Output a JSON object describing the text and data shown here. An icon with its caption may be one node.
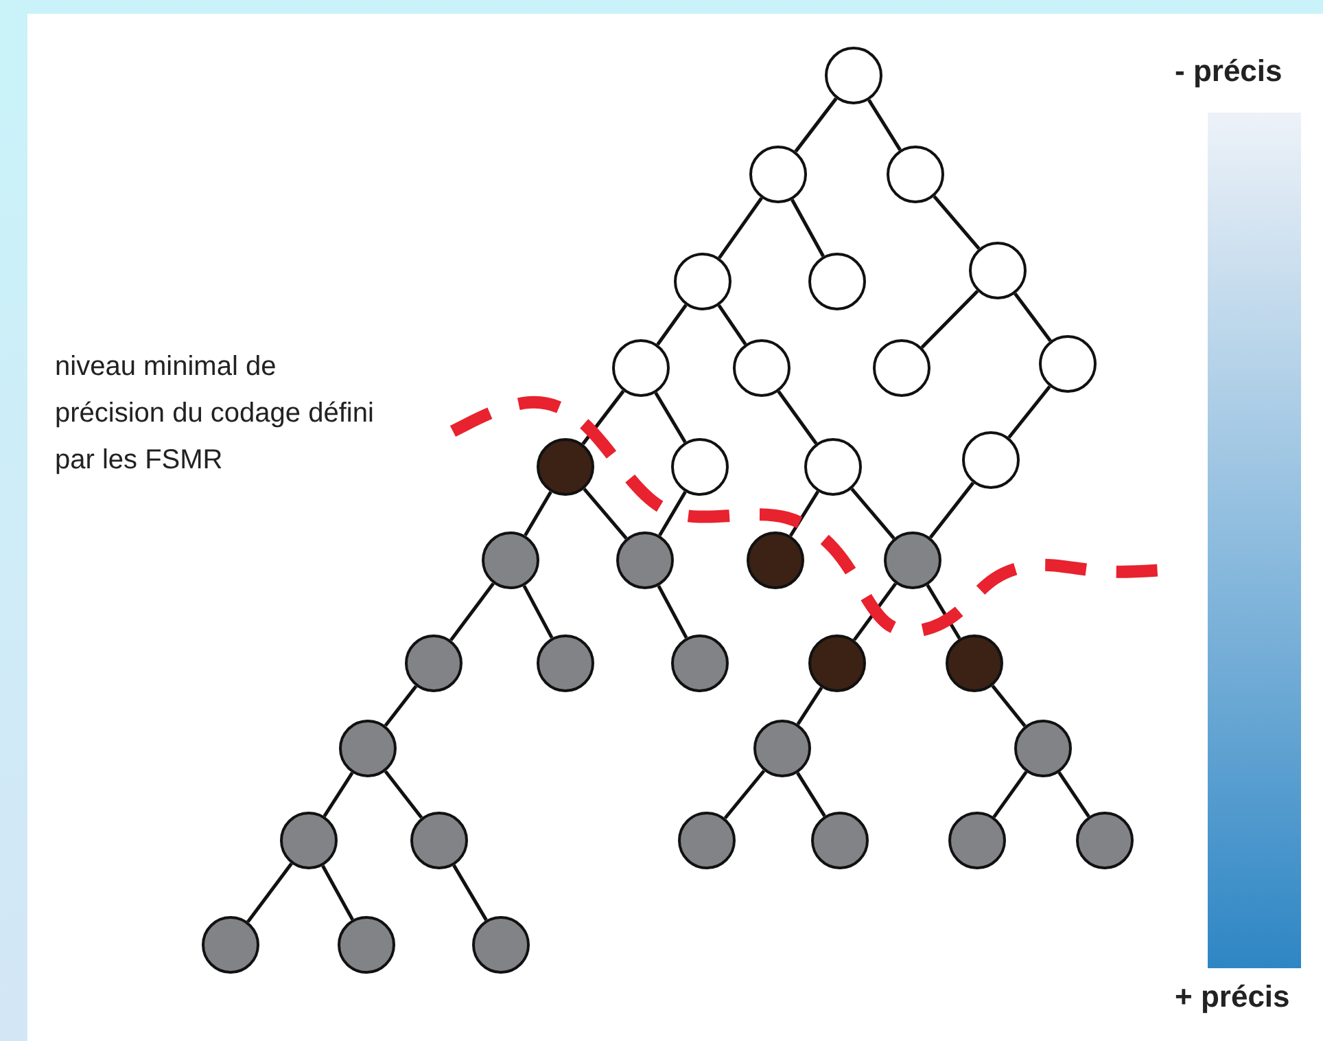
{
  "diagram": {
    "nodes": [
      {
        "text": [],
        "shape": "circle"
      },
      {
        "text": [],
        "shape": "circle"
      },
      {
        "text": [],
        "shape": "circle"
      },
      {
        "text": [],
        "shape": "circle"
      },
      {
        "text": [],
        "shape": "circle"
      },
      {
        "text": [],
        "shape": "circle"
      },
      {
        "text": [],
        "shape": "circle"
      },
      {
        "text": [],
        "shape": "circle"
      },
      {
        "text": [],
        "shape": "circle"
      },
      {
        "text": [],
        "shape": "circle"
      },
      {
        "text": [],
        "shape": "circle"
      },
      {
        "text": [],
        "shape": "circle"
      },
      {
        "text": [],
        "shape": "circle"
      },
      {
        "text": [],
        "shape": "circle"
      },
      {
        "text": [],
        "shape": "circle"
      },
      {
        "text": [],
        "shape": "circle"
      },
      {
        "text": [],
        "shape": "circle"
      },
      {
        "text": [],
        "shape": "circle"
      },
      {
        "text": [],
        "shape": "circle"
      },
      {
        "text": [],
        "shape": "circle"
      },
      {
        "text": [],
        "shape": "circle"
      },
      {
        "text": [],
        "shape": "circle"
      },
      {
        "text": [],
        "shape": "circle"
      },
      {
        "text": [],
        "shape": "circle"
      },
      {
        "text": [],
        "shape": "circle"
      },
      {
        "text": [],
        "shape": "circle"
      },
      {
        "text": [],
        "shape": "circle"
      },
      {
        "text": [],
        "shape": "circle"
      },
      {
        "text": [],
        "shape": "circle"
      },
      {
        "text": [],
        "shape": "circle"
      },
      {
        "text": [],
        "shape": "circle"
      },
      {
        "text": [],
        "shape": "circle"
      },
      {
        "text": [],
        "shape": "circle"
      },
      {
        "text": [],
        "shape": "circle"
      },
      {
        "text": [],
        "shape": "circle"
      },
      {
        "text": [],
        "shape": "bar",
        "beside": [
          "- précis",
          "+ précis"
        ]
      }
    ],
    "edges": [
      {
        "from": 0,
        "to": 1,
        "arrow": "none"
      },
      {
        "from": 0,
        "to": 2,
        "arrow": "none"
      },
      {
        "from": 1,
        "to": 3,
        "arrow": "none"
      },
      {
        "from": 1,
        "to": 4,
        "arrow": "none"
      },
      {
        "from": 2,
        "to": 5,
        "arrow": "none"
      },
      {
        "from": 3,
        "to": 6,
        "arrow": "none"
      },
      {
        "from": 3,
        "to": 7,
        "arrow": "none"
      },
      {
        "from": 5,
        "to": 8,
        "arrow": "none"
      },
      {
        "from": 5,
        "to": 9,
        "arrow": "none"
      },
      {
        "from": 6,
        "to": 10,
        "arrow": "none"
      },
      {
        "from": 6,
        "to": 11,
        "arrow": "none"
      },
      {
        "from": 7,
        "to": 12,
        "arrow": "none"
      },
      {
        "from": 9,
        "to": 13,
        "arrow": "none"
      },
      {
        "from": 10,
        "to": 14,
        "arrow": "none"
      },
      {
        "from": 10,
        "to": 15,
        "arrow": "none"
      },
      {
        "from": 11,
        "to": 15,
        "arrow": "none"
      },
      {
        "from": 12,
        "to": 16,
        "arrow": "none"
      },
      {
        "from": 12,
        "to": 17,
        "arrow": "none"
      },
      {
        "from": 13,
        "to": 17,
        "arrow": "none"
      },
      {
        "from": 14,
        "to": 18,
        "arrow": "none"
      },
      {
        "from": 14,
        "to": 19,
        "arrow": "none"
      },
      {
        "from": 15,
        "to": 20,
        "arrow": "none"
      },
      {
        "from": 17,
        "to": 21,
        "arrow": "none"
      },
      {
        "from": 17,
        "to": 22,
        "arrow": "none"
      },
      {
        "from": 18,
        "to": 23,
        "arrow": "none"
      },
      {
        "from": 21,
        "to": 24,
        "arrow": "none"
      },
      {
        "from": 22,
        "to": 25,
        "arrow": "none"
      },
      {
        "from": 23,
        "to": 26,
        "arrow": "none"
      },
      {
        "from": 23,
        "to": 27,
        "arrow": "none"
      },
      {
        "from": 24,
        "to": 28,
        "arrow": "none"
      },
      {
        "from": 24,
        "to": 29,
        "arrow": "none"
      },
      {
        "from": 25,
        "to": 30,
        "arrow": "none"
      },
      {
        "from": 25,
        "to": 31,
        "arrow": "none"
      },
      {
        "from": 26,
        "to": 32,
        "arrow": "none"
      },
      {
        "from": 26,
        "to": 33,
        "arrow": "none"
      },
      {
        "from": 27,
        "to": 34,
        "arrow": "none"
      }
    ],
    "labels": [
      "niveau minimal de précision du codage défini par les FSMR"
    ]
  }
}
